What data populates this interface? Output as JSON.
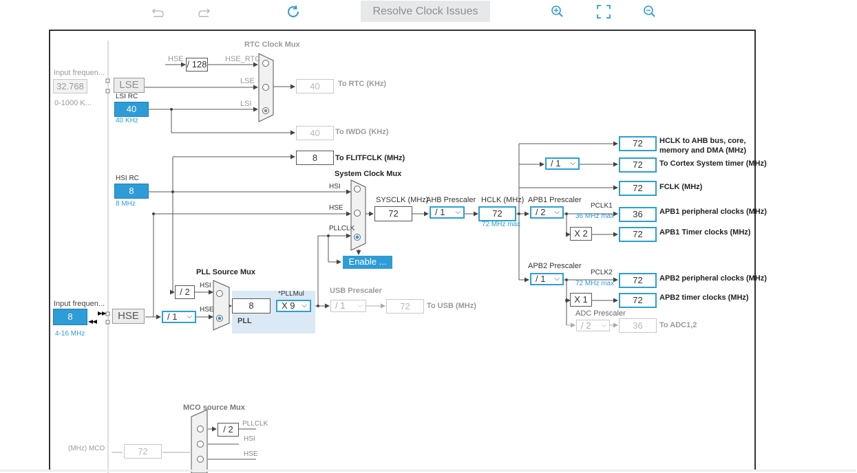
{
  "toolbar": {
    "undo_icon": "undo-icon",
    "redo_icon": "redo-icon",
    "refresh_icon": "refresh-icon",
    "resolve_label": "Resolve Clock Issues",
    "zoom_in_icon": "zoom-in-icon",
    "fit_icon": "fit-screen-icon",
    "zoom_out_icon": "zoom-out-icon"
  },
  "colors": {
    "accent": "#2e9cd6",
    "frame": "#333333",
    "pll_bg": "#dbe9f6"
  },
  "lse": {
    "input_label": "Input frequen...",
    "input_value": "32.768",
    "range": "0-1000 K...",
    "source_label": "LSE"
  },
  "lsi": {
    "label": "LSI RC",
    "value": "40",
    "unit": "40 KHz"
  },
  "hsi": {
    "label": "HSI RC",
    "value": "8",
    "unit": "8 MHz"
  },
  "hse": {
    "input_label": "Input frequen...",
    "input_value": "8",
    "range": "4-16 MHz",
    "source_label": "HSE"
  },
  "rtc": {
    "title": "RTC Clock Mux",
    "hse_label": "HSE",
    "div_value": "/ 128",
    "hse_rtc": "HSE_RTC",
    "lse": "LSE",
    "lsi": "LSI",
    "out_value": "40",
    "out_label": "To RTC (KHz)"
  },
  "iwdg": {
    "value": "40",
    "label": "To IWDG (KHz)"
  },
  "flit": {
    "value": "8",
    "label": "To FLITFCLK (MHz)"
  },
  "sysmux": {
    "title": "System Clock Mux",
    "hsi": "HSI",
    "hse": "HSE",
    "pllclk": "PLLCLK",
    "enable_btn": "Enable ..."
  },
  "sysclk": {
    "label": "SYSCLK (MHz)",
    "value": "72"
  },
  "ahb": {
    "label": "AHB Prescaler",
    "value": "/ 1"
  },
  "hclk": {
    "label": "HCLK (MHz)",
    "value": "72",
    "max": "72 MHz max"
  },
  "apb1": {
    "label": "APB1 Prescaler",
    "value": "/ 2",
    "pclk": "PCLK1",
    "max": "36 MHz max",
    "timer_mul": "X 2"
  },
  "apb2": {
    "label": "APB2 Prescaler",
    "value": "/ 1",
    "pclk": "PCLK2",
    "max": "72 MHz max",
    "timer_mul": "X 1"
  },
  "adc": {
    "label": "ADC Prescaler",
    "value": "/ 2",
    "out_value": "36",
    "out_label": "To ADC1,2"
  },
  "cortex_div": "/ 1",
  "outputs": [
    {
      "value": "72",
      "label": "HCLK to AHB bus, core,",
      "label2": "memory and DMA (MHz)"
    },
    {
      "value": "72",
      "label": "To Cortex System timer (MHz)"
    },
    {
      "value": "72",
      "label": "FCLK (MHz)"
    },
    {
      "value": "36",
      "label": "APB1 peripheral clocks (MHz)"
    },
    {
      "value": "72",
      "label": "APB1 Timer clocks (MHz)"
    },
    {
      "value": "72",
      "label": "APB2 peripheral clocks (MHz)"
    },
    {
      "value": "72",
      "label": "APB2 timer clocks (MHz)"
    }
  ],
  "pll": {
    "source_title": "PLL Source Mux",
    "hsi_div": "/ 2",
    "hsi": "HSI",
    "hse": "HSE",
    "hse_div": "/ 1",
    "mul_label": "*PLLMul",
    "value": "8",
    "mul_value": "X 9",
    "pll_label": "PLL"
  },
  "usb": {
    "label": "USB Prescaler",
    "div": "/ 1",
    "value": "72",
    "out_label": "To USB (MHz)"
  },
  "mco": {
    "title": "MCO source Mux",
    "pllclk": "PLLCLK",
    "div": "/ 2",
    "hsi": "HSI",
    "hse": "HSE",
    "out_label": "(MHz) MCO",
    "out_value": "72"
  }
}
